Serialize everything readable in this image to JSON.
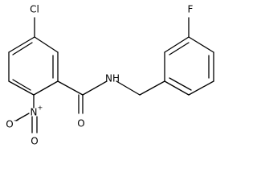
{
  "molecule": {
    "atoms": {
      "cl": "Cl",
      "f": "F",
      "nh": "NH",
      "o_carbonyl": "O",
      "n_nitro": "N",
      "o_nitro_top": "O",
      "o_nitro_left": "O"
    },
    "charges": {
      "n_plus": "+",
      "o_minus": "−"
    }
  }
}
